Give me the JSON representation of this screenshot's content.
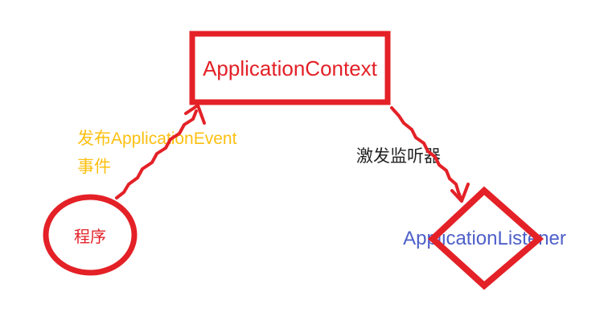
{
  "colors": {
    "red": "#e32127",
    "yellow": "#fdc011",
    "blue": "#4e5fc9",
    "ink": "#222222"
  },
  "nodes": {
    "context": {
      "label": "ApplicationContext",
      "shape": "rectangle"
    },
    "program": {
      "label": "程序",
      "shape": "circle"
    },
    "listener": {
      "label": "ApplicationListener",
      "shape": "diamond"
    }
  },
  "edges": {
    "publish": {
      "label": "发布ApplicationEvent\n事件",
      "from": "program",
      "to": "context"
    },
    "trigger": {
      "label": "激发监听器",
      "from": "context",
      "to": "listener"
    }
  }
}
